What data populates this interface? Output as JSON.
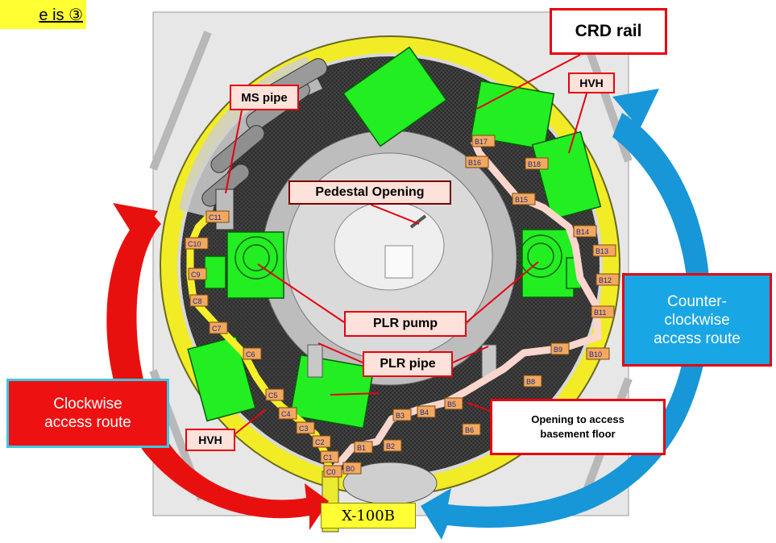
{
  "top_note": "e is ③",
  "footnote": ".",
  "labels": {
    "crd_rail": "CRD rail",
    "hvh_top": "HVH",
    "ms_pipe": "MS pipe",
    "pedestal_opening": "Pedestal Opening",
    "plr_pump": "PLR pump",
    "plr_pipe": "PLR pipe",
    "opening_basement_1": "Opening to access",
    "opening_basement_2": "basement floor",
    "hvh_bottom": "HVH",
    "clockwise_1": "Clockwise",
    "clockwise_2": "access route",
    "counter_1": "Counter-",
    "counter_2": "clockwise",
    "counter_3": "access route",
    "penetration": "X-100B"
  },
  "route_c": [
    "C0",
    "C1",
    "C2",
    "C3",
    "C4",
    "C5",
    "C6",
    "C7",
    "C8",
    "C9",
    "C10",
    "C11"
  ],
  "route_b": [
    "B0",
    "B1",
    "B2",
    "B3",
    "B4",
    "B5",
    "B6",
    "B8",
    "B9",
    "B10",
    "B11",
    "B12",
    "B13",
    "B14",
    "B15",
    "B16",
    "B17",
    "B18"
  ],
  "colors": {
    "equipment": "#22ee22",
    "floor_yellow": "#f4ee28",
    "clockwise_arrow": "#e8100e",
    "counter_arrow": "#1796d8",
    "label_bg": "#fde2db",
    "border_red": "#e8000e",
    "chip_bg": "#f2a860",
    "chip_text": "#1a2a8a"
  },
  "icons": {
    "clockwise": "curved-arrow-icon",
    "counterclockwise": "curved-arrow-icon"
  }
}
